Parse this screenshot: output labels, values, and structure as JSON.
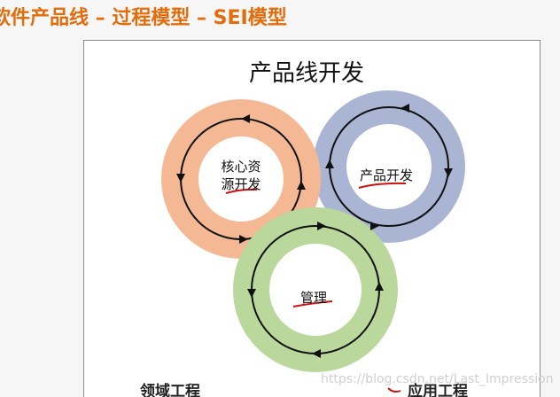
{
  "header": {
    "title": "软件产品线 – 过程模型 – SEI模型"
  },
  "diagram": {
    "title": "产品线开发",
    "circles": [
      {
        "id": "core",
        "label_line1": "核心资",
        "label_line2": "源开发",
        "color": "#f5b993"
      },
      {
        "id": "product",
        "label": "产品开发",
        "color": "#a7b4d2"
      },
      {
        "id": "management",
        "label": "管理",
        "color": "#b9d89a"
      }
    ]
  },
  "footer": {
    "left_label": "领域工程",
    "right_label": "应用工程"
  },
  "watermark": "https://blog.csdn.net/Last_Impression"
}
